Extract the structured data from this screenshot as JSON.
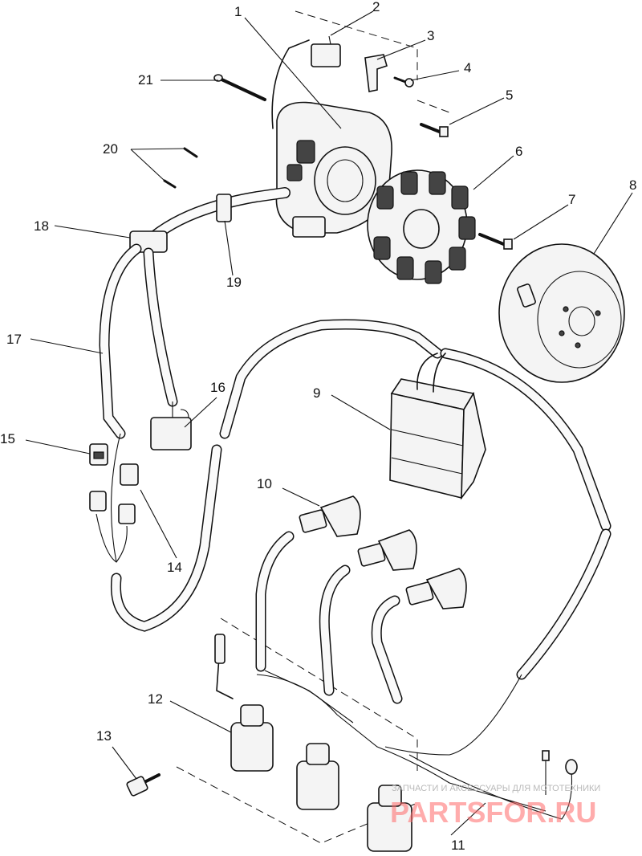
{
  "diagram": {
    "callouts": [
      "1",
      "2",
      "3",
      "4",
      "5",
      "6",
      "7",
      "8",
      "9",
      "10",
      "11",
      "12",
      "13",
      "14",
      "15",
      "16",
      "17",
      "18",
      "19",
      "20",
      "21"
    ],
    "watermark": {
      "top_text": "ЗАПЧАСТИ И АКСЕССУАРЫ ДЛЯ МОТОТЕХНИКИ",
      "brand": "PARTSFOR.RU"
    }
  },
  "colors": {
    "ink": "#111111",
    "paper": "#ffffff",
    "watermark": "#ff6a6a"
  }
}
